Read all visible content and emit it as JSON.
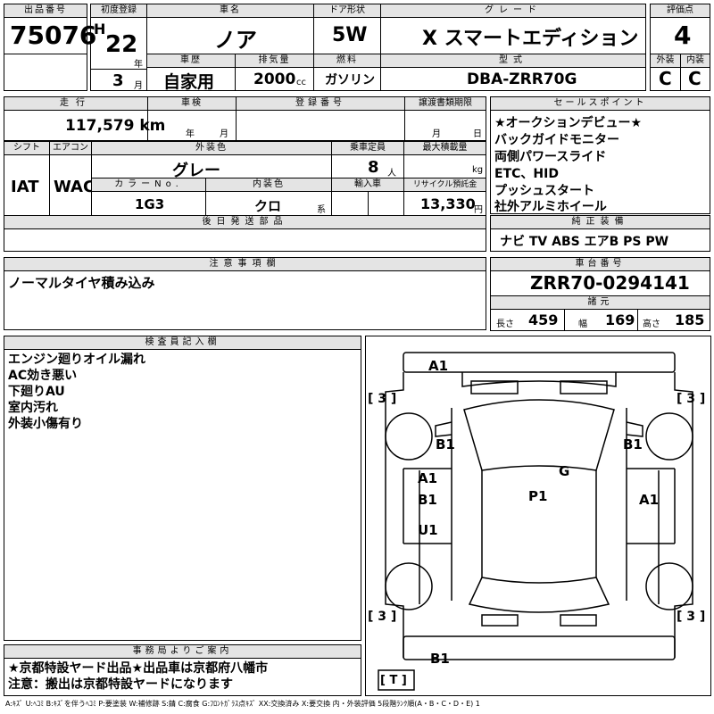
{
  "lot": {
    "label": "出品番号",
    "value": "75076"
  },
  "first_reg": {
    "label": "初度登録",
    "era": "H",
    "year": "22",
    "year_unit": "年",
    "month": "3",
    "month_unit": "月"
  },
  "car_name": {
    "label": "車名",
    "value": "ノア"
  },
  "door": {
    "label": "ドア形状",
    "value": "5W"
  },
  "grade": {
    "label": "グレード",
    "value": "X スマートエディション"
  },
  "score": {
    "label": "評価点",
    "value": "4",
    "ext_label": "外装",
    "ext_value": "C",
    "int_label": "内装",
    "int_value": "C"
  },
  "history": {
    "label": "車歴",
    "value": "自家用"
  },
  "displacement": {
    "label": "排気量",
    "value": "2000",
    "unit": "cc"
  },
  "fuel": {
    "label": "燃料",
    "value": "ガソリン"
  },
  "model": {
    "label": "型式",
    "value": "DBA-ZRR70G"
  },
  "mileage": {
    "label": "走行",
    "value": "117,579 km"
  },
  "inspection": {
    "label": "車検",
    "year_unit": "年",
    "month_unit": "月"
  },
  "registration": {
    "label": "登録番号"
  },
  "transfer": {
    "label": "譲渡書類期限",
    "month_unit": "月",
    "day_unit": "日"
  },
  "sales_points": {
    "label": "セールスポイント",
    "items": [
      "★オークションデビュー★",
      "バックガイドモニター",
      "両側パワースライド",
      "ETC、HID",
      "プッシュスタート",
      "社外アルミホイール"
    ]
  },
  "shift": {
    "label": "シフト",
    "value": "IAT"
  },
  "aircon": {
    "label": "エアコン",
    "value": "WAC"
  },
  "color": {
    "label": "外装色",
    "value": "グレー"
  },
  "capacity": {
    "label": "乗車定員",
    "value": "8",
    "unit": "人"
  },
  "load": {
    "label": "最大積載量",
    "unit": "kg"
  },
  "color_no": {
    "label": "カラーNo.",
    "value": "1G3"
  },
  "interior_color": {
    "label": "内装色",
    "value": "クロ",
    "unit": "系"
  },
  "import": {
    "label": "輸入車"
  },
  "recycle": {
    "label": "リサイクル預託金",
    "value": "13,330",
    "unit": "円"
  },
  "later_parts": {
    "label": "後日発送部品"
  },
  "equipment": {
    "label": "純正装備",
    "value": "ナビ TV ABS エアB PS PW"
  },
  "notes": {
    "label": "注意事項欄",
    "value": "ノーマルタイヤ積み込み"
  },
  "chassis": {
    "label": "車台番号",
    "value": "ZRR70-0294141"
  },
  "specs": {
    "label": "諸元",
    "length_label": "長さ",
    "length": "459",
    "width_label": "幅",
    "width": "169",
    "height_label": "高さ",
    "height": "185"
  },
  "inspector": {
    "label": "検査員記入欄",
    "lines": [
      "エンジン廻りオイル漏れ",
      "AC効き悪い",
      "下廻りAU",
      "室内汚れ",
      "外装小傷有り"
    ]
  },
  "office": {
    "label": "事務局よりご案内",
    "lines": [
      "★京都特設ヤード出品★出品車は京都府八幡市",
      "注意：搬出は京都特設ヤードになります"
    ]
  },
  "legend": "A:ｷｽﾞ U:ﾍｺﾐ B:ｷｽﾞを伴うﾍｺﾐ P:要塗装 W:補修跡 S:錆 C:腐食 G:ﾌﾛﾝﾄｶﾞﾗｽ点ｷｽﾞ XX:交換済み X:要交換 内・外装評価 5段階ﾗﾝｸ順(A・B・C・D・E) 1",
  "diagram": {
    "marks": [
      "A1",
      "B1",
      "B1",
      "G",
      "A1",
      "B1",
      "P1",
      "A1",
      "U1",
      "B1"
    ],
    "tires": [
      "[ 3 ]",
      "[ 3 ]",
      "[ 3 ]",
      "[ 3 ]",
      "[ T ]"
    ]
  }
}
